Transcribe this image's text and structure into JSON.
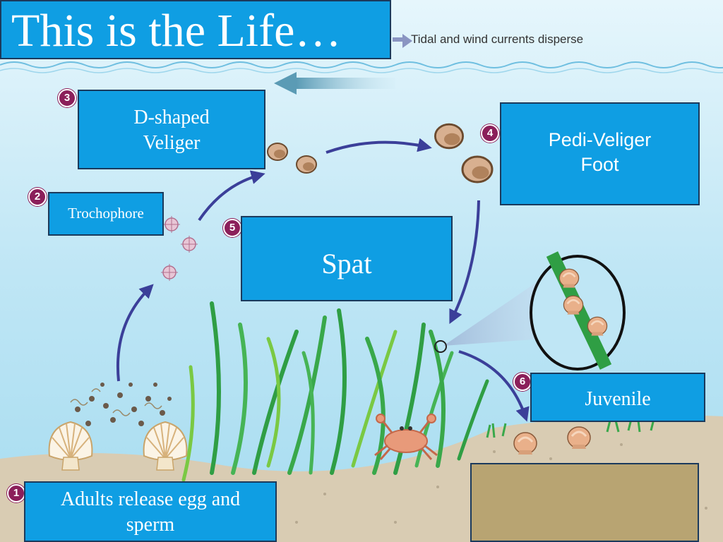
{
  "title": "This is the Life…",
  "current_label": "Tidal and wind currents disperse",
  "stages": [
    {
      "number": "1",
      "lines": [
        "Adults release egg and",
        "sperm"
      ]
    },
    {
      "number": "2",
      "lines": [
        "Trochophore"
      ]
    },
    {
      "number": "3",
      "lines": [
        "D-shaped",
        "Veliger"
      ]
    },
    {
      "number": "4",
      "lines": [
        "Pedi-Veliger",
        "Foot"
      ]
    },
    {
      "number": "5",
      "lines": [
        "Spat"
      ]
    },
    {
      "number": "6",
      "lines": [
        "Juvenile"
      ]
    }
  ],
  "colors": {
    "label_box": "#0f9ee3",
    "badge": "#8b1f5a",
    "water": "#bfe6f5",
    "sand": "#d9ccb3",
    "seagrass": "#39a84a",
    "arrow": "#3b3f99"
  },
  "icons": [
    "scallop-shell-icon",
    "crab-icon",
    "seagrass-icon",
    "magnifier-circle-icon"
  ]
}
